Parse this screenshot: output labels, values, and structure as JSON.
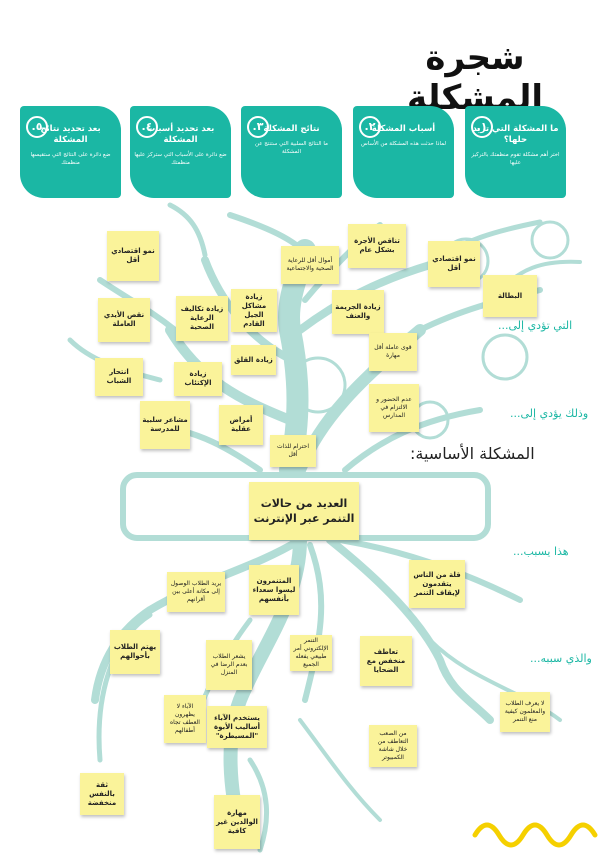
{
  "title": "شجرة المشكلة",
  "steps": [
    {
      "num": "١.",
      "title": "ما المشكلة التي تريد حلها؟",
      "desc": "اختر أهم مشكلة تقوم منظمتك بالتركيز عليها"
    },
    {
      "num": "٢.",
      "title": "أسباب المشكلة",
      "desc": "لماذا حدثت هذه المشكلة من الأساس"
    },
    {
      "num": "٣.",
      "title": "نتائج المشكلة",
      "desc": "ما النتائج السلبية التي ستنتج عن المشكلة"
    },
    {
      "num": "٤.",
      "title": "بعد تحديد أسباب المشكلة",
      "desc": "ضع دائرة على الأسباب التي ستركز عليها منظمتك"
    },
    {
      "num": "٥.",
      "title": "بعد تحديد نتائج المشكلة",
      "desc": "ضع دائرة على النتائج التي ستقيسها منظمتك"
    }
  ],
  "core_problem_label": "المشكلة الأساسية:",
  "core_problem": "العديد من حالات التنمر عبر الإنترنت",
  "side_labels": {
    "leads_to": "التي تؤدي إلى...",
    "and_leads_to": "وذلك يؤدي إلى...",
    "because": "هذا يسبب...",
    "which_causes": "والذي سببه..."
  },
  "effects": {
    "growth1": "نمو اقتصادي أقل",
    "budget": "أموال أقل للرعاية الصحية والاجتماعية",
    "wages": "تناقص الأجرة بشكل عام",
    "growth2": "نمو اقتصادي أقل",
    "unemployment": "البطالة",
    "labor": "نقص الأيدي العاملة",
    "healthcost": "زيادة تكاليف الرعاية الصحية",
    "nextgen": "زيادة مشاكل الجيل القادم",
    "crime": "زيادة الجريمة والعنف",
    "workforce": "قوى عاملة أقل مهارة",
    "anxiety": "زيادة القلق",
    "suicide": "انتحار الشباب",
    "depression": "زيادة الإكتئاب",
    "attendance": "عدم الحضور و الالتزام في المدارس",
    "feelings": "مشاعر سلبية للمدرسة",
    "mental": "أمراض عقلية",
    "selfrespect": "احترام للذات أقل"
  },
  "causes": {
    "reach": "يريد الطلاب الوصول إلى مكانة أعلى بين أقرانهم",
    "bullies": "المتنمرون ليسوا سعداء بأنفسهم",
    "noone": "قلة من الناس يتقدمون لإيقاف التنمر",
    "hurt": "يهتم الطلاب بأحوالهم",
    "home": "يشعر الطلاب بعدم الرضا في المنزل",
    "easy": "التنمر الإلكتروني أمر طبيعي يفعله الجميع",
    "empathy": "تعاطف منخفض مع الضحايا",
    "dontknow": "لا يعرف الطلاب والمعلمون كيفية منع التنمر",
    "parentsviolence": "الآباء لا يظهرون العطف تجاه أطفالهم",
    "control": "يستخدم الآباء أساليب الأبوة \"المسيطرة\"",
    "screen": "من الصعب التعاطف من خلال شاشة الكمبيوتر",
    "esteem": "ثقة بالنفس منخفضة",
    "skills": "مهارة الوالدين غير كافية"
  },
  "colors": {
    "teal": "#1bb7a4",
    "branch": "#b2ddd6",
    "note": "#faf39a",
    "wave": "#f5d000"
  }
}
